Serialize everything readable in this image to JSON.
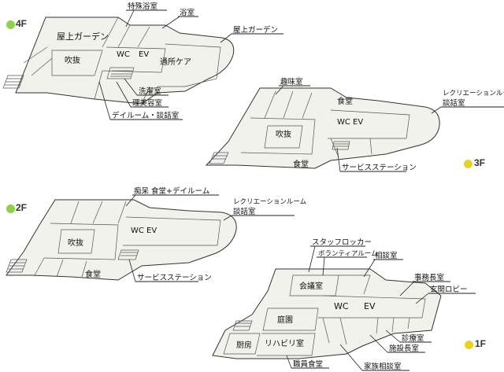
{
  "floors": {
    "f4": {
      "label": "4F",
      "dot_color": "#8cd24a",
      "rooms": {
        "garden": "屋上ガーデン",
        "atrium": "吹抜",
        "wc": "WC",
        "ev": "EV",
        "daycare": "通所ケア"
      },
      "callouts": {
        "special_bath": "特殊浴室",
        "bath": "浴室",
        "roof_garden": "屋上ガーデン",
        "laundry": "洗濯室",
        "salon": "理美容室",
        "dayroom": "デイルーム・談話室"
      }
    },
    "f3": {
      "label": "3F",
      "dot_color": "#e6d22a",
      "rooms": {
        "dining_right": "食堂",
        "wc_ev": "WC EV",
        "atrium": "吹抜",
        "dining_left": "食堂"
      },
      "callouts": {
        "hobby": "趣味室",
        "recreation": "レクリエーションルーム",
        "lounge": "談話室",
        "service": "サービスステーション"
      }
    },
    "f2": {
      "label": "2F",
      "dot_color": "#8cd24a",
      "rooms": {
        "wc_ev": "WC EV",
        "atrium": "吹抜",
        "dining": "食堂"
      },
      "callouts": {
        "dementia": "痴呆  食堂+デイルーム",
        "recreation": "レクリエーションルーム",
        "lounge": "談話室",
        "service": "サービスステーション"
      }
    },
    "f1": {
      "label": "1F",
      "dot_color": "#e6d22a",
      "rooms": {
        "meeting": "会議室",
        "wc": "WC",
        "ev": "EV",
        "courtyard": "庭園",
        "kitchen": "厨房",
        "rehab": "リハビリ室"
      },
      "callouts": {
        "staff_locker": "スタッフロッカー",
        "volunteer": "ボランティアルーム",
        "consult": "相談室",
        "office_chief": "事務長室",
        "lobby": "玄関ロビー",
        "exam": "診療室",
        "director": "施設長室",
        "staff_dining": "職員食堂",
        "family": "家族相談室"
      }
    }
  }
}
